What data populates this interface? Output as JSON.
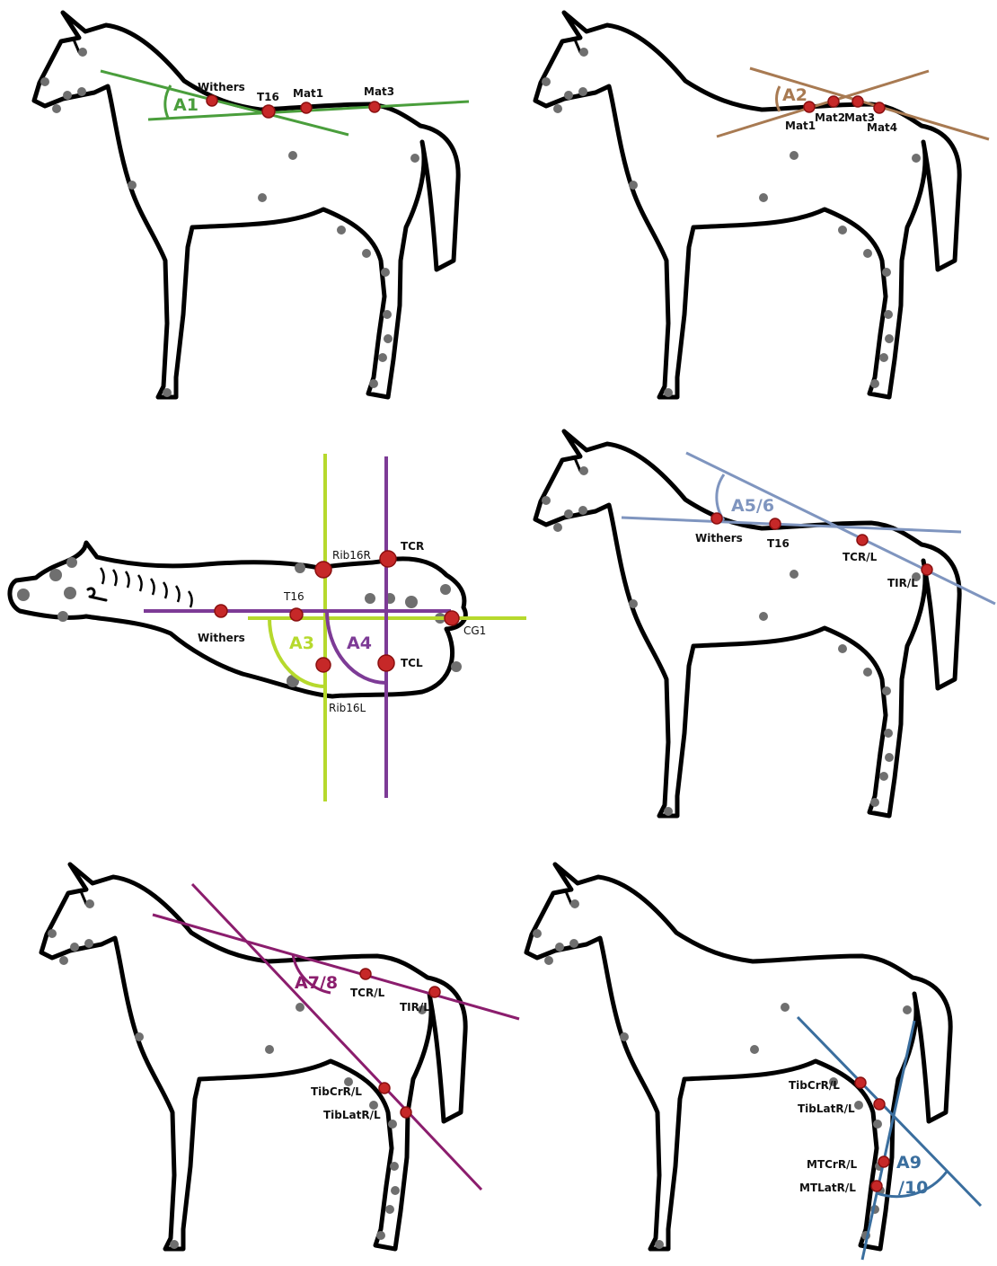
{
  "colors": {
    "a1": "#4a9e3c",
    "a2": "#a87a52",
    "a3": "#b6d92d",
    "a4": "#7d3b96",
    "a56": "#7f95bf",
    "a78": "#8b1d6d",
    "a910": "#3a6e9e",
    "landmark": "#c62828",
    "marker": "#6f6f6f"
  },
  "panel1": {
    "angle": "A1",
    "labels": {
      "withers": "Withers",
      "t16": "T16",
      "mat1": "Mat1",
      "mat3": "Mat3"
    }
  },
  "panel2": {
    "angle": "A2",
    "labels": {
      "mat1": "Mat1",
      "mat2": "Mat2",
      "mat3": "Mat3",
      "mat4": "Mat4"
    }
  },
  "panel3": {
    "angle3": "A3",
    "angle4": "A4",
    "labels": {
      "rib16r": "Rib16R",
      "tcr": "TCR",
      "t16": "T16",
      "withers": "Withers",
      "cg1": "CG1",
      "tcl": "TCL",
      "rib16l": "Rib16L"
    }
  },
  "panel4": {
    "angle": "A5/6",
    "labels": {
      "withers": "Withers",
      "t16": "T16",
      "tcr": "TCR/L",
      "tir": "TIR/L"
    }
  },
  "panel5": {
    "angle": "A7/8",
    "labels": {
      "tcr": "TCR/L",
      "tir": "TIR/L",
      "tibcr": "TibCrR/L",
      "tiblat": "TibLatR/L"
    }
  },
  "panel6": {
    "angle_line1": "A9",
    "angle_line2": "/10",
    "labels": {
      "tibcr": "TibCrR/L",
      "tiblat": "TibLatR/L",
      "mtcr": "MTCrR/L",
      "mtlat": "MTLatR/L"
    }
  }
}
